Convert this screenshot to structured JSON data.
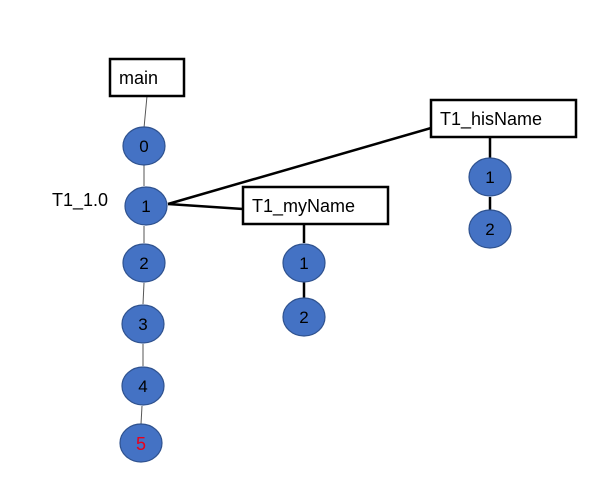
{
  "branches": [
    {
      "label": "main",
      "nodes": [
        "0",
        "1",
        "2",
        "3",
        "4",
        "5"
      ],
      "last_node_text_color": "#e8001c"
    },
    {
      "label": "T1_myName",
      "nodes": [
        "1",
        "2"
      ]
    },
    {
      "label": "T1_hisName",
      "nodes": [
        "1",
        "2"
      ]
    }
  ],
  "annotation": "T1_1.0",
  "colors": {
    "node_fill": "#4472c4",
    "node_stroke": "#2f528f",
    "box_stroke": "#000000",
    "text": "#000000",
    "highlight_text": "#e8001c"
  }
}
